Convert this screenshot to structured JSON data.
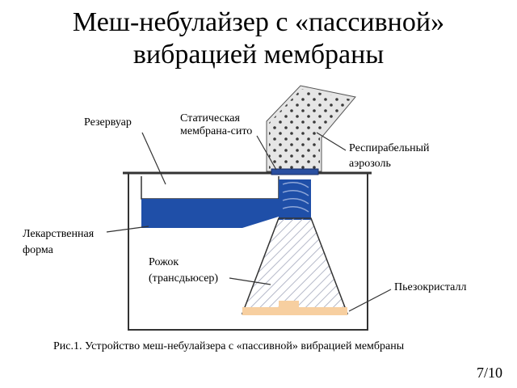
{
  "title": {
    "line1": "Меш-небулайзер с «пассивной»",
    "line2": "вибрацией мембраны"
  },
  "labels": {
    "reservoir": "Резервуар",
    "membrane_line1": "Статическая",
    "membrane_line2": "мембрана-сито",
    "aerosol_line1": "Респирабельный",
    "aerosol_line2": "аэрозоль",
    "drug_line1": "Лекарственная",
    "drug_line2": "форма",
    "horn_line1": "Рожок",
    "horn_line2": "(трансдьюсер)",
    "piezo": "Пьезокристалл"
  },
  "caption": "Рис.1. Устройство меш-небулайзера с «пассивной» вибрацией мембраны",
  "page_number": "7/10",
  "colors": {
    "drug": "#1f4fa8",
    "piezo": "#f7cfa0",
    "outline": "#333333",
    "aerosol_bg": "#e6e6e6",
    "hatch": "#b5b9c9"
  }
}
